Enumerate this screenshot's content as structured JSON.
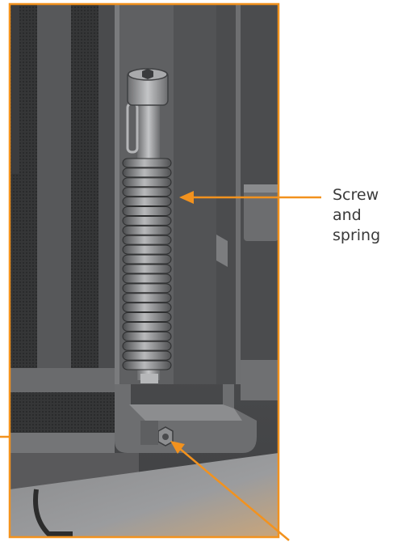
{
  "colors": {
    "accent": "#F2921E",
    "frame_border": "#F2921E",
    "label_text": "#3a3a3a"
  },
  "callouts": {
    "screw_and_spring": {
      "lines": [
        "Screw",
        "and",
        "spring"
      ]
    }
  }
}
